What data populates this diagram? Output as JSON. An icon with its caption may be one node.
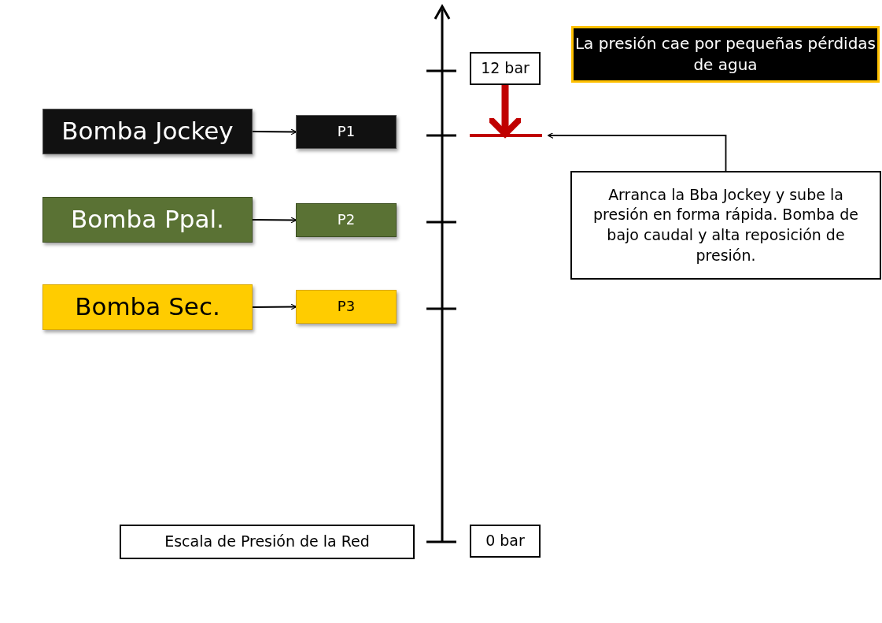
{
  "diagram": {
    "nodes": [
      {
        "text": [
          "La presión cae por pequeñas pérdidas de agua"
        ]
      },
      {
        "text": [
          "12 bar"
        ]
      },
      {
        "text": [
          "Bomba Jockey"
        ]
      },
      {
        "text": [
          "P1"
        ]
      },
      {
        "text": [],
        "shape": "bar"
      },
      {
        "text": [
          "Bomba Ppal."
        ]
      },
      {
        "text": [
          "P2"
        ]
      },
      {
        "text": [
          "Arranca la Bba Jockey y sube la presión en forma rápida. Bomba de bajo caudal y alta reposición de presión."
        ]
      },
      {
        "text": [
          "Bomba Sec."
        ]
      },
      {
        "text": [
          "P3"
        ]
      },
      {
        "text": [
          "Escala de Presión de la Red"
        ]
      },
      {
        "text": [
          "0 bar"
        ]
      }
    ],
    "edges": [
      {
        "from": 2,
        "to": 3,
        "arrow": "to"
      },
      {
        "from": 1,
        "to": 4,
        "arrow": "to",
        "style": "thick",
        "color": "#c00000"
      },
      {
        "from": 7,
        "to": 4,
        "arrow": "to"
      },
      {
        "from": 5,
        "to": 6,
        "arrow": "to"
      },
      {
        "from": 8,
        "to": 9,
        "arrow": "to"
      }
    ]
  }
}
